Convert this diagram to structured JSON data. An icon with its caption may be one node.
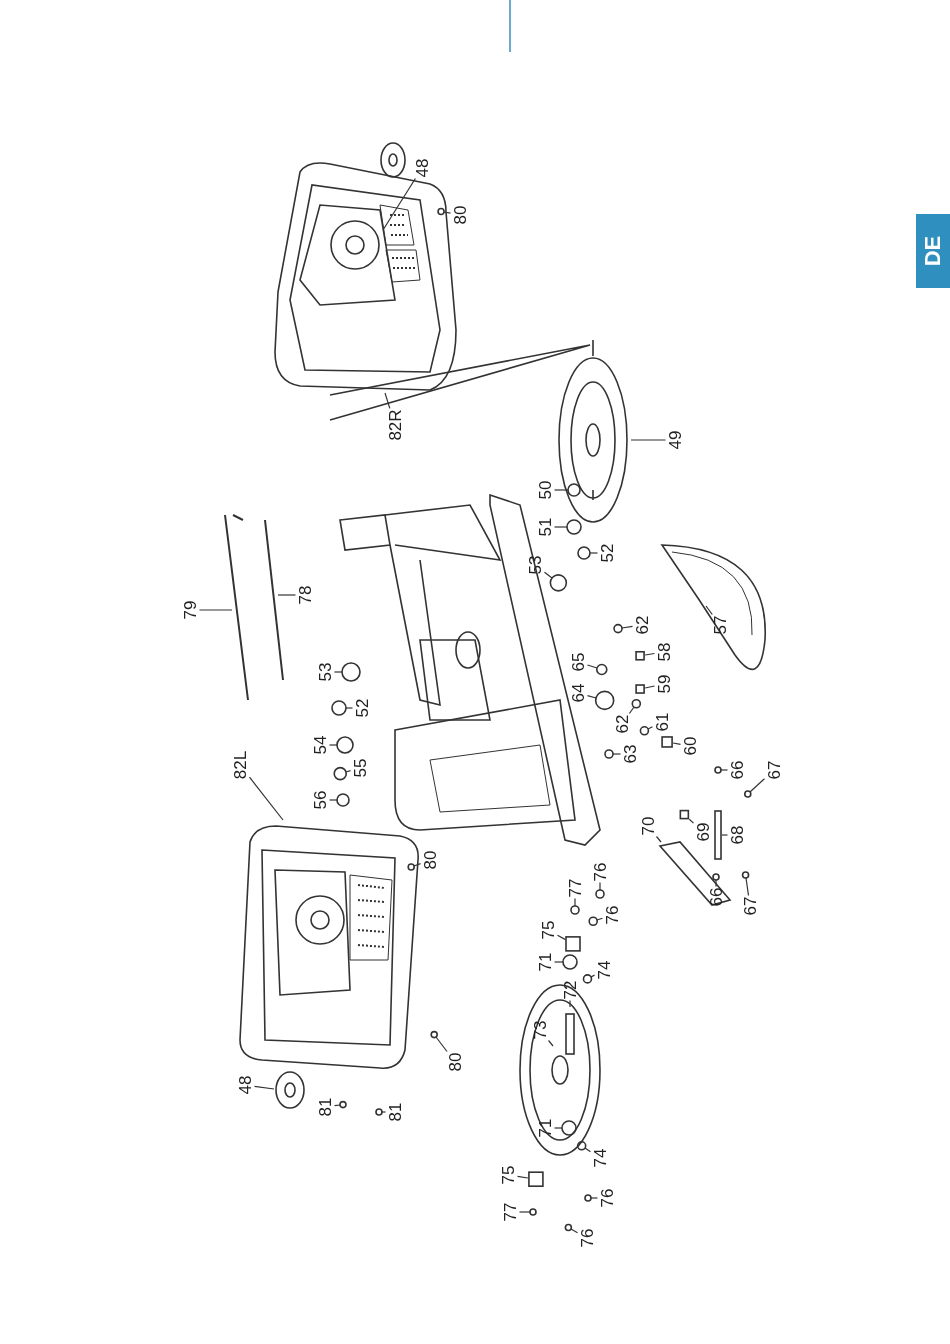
{
  "diagram": {
    "nodes": [
      {
        "text": [
          "48"
        ]
      },
      {
        "text": [
          "80"
        ]
      },
      {
        "text": [
          "82R"
        ]
      },
      {
        "text": [
          "49"
        ]
      },
      {
        "text": [
          "50"
        ]
      },
      {
        "text": [
          "51"
        ]
      },
      {
        "text": [
          "52"
        ]
      },
      {
        "text": [
          "53"
        ]
      },
      {
        "text": [
          "57"
        ]
      },
      {
        "text": [
          "62"
        ]
      },
      {
        "text": [
          "58"
        ]
      },
      {
        "text": [
          "59"
        ]
      },
      {
        "text": [
          "65"
        ]
      },
      {
        "text": [
          "64"
        ]
      },
      {
        "text": [
          "62"
        ]
      },
      {
        "text": [
          "61"
        ]
      },
      {
        "text": [
          "60"
        ]
      },
      {
        "text": [
          "63"
        ]
      },
      {
        "text": [
          "79"
        ]
      },
      {
        "text": [
          "78"
        ]
      },
      {
        "text": [
          "53"
        ]
      },
      {
        "text": [
          "52"
        ]
      },
      {
        "text": [
          "54"
        ]
      },
      {
        "text": [
          "55"
        ]
      },
      {
        "text": [
          "56"
        ]
      },
      {
        "text": [
          "82L"
        ]
      },
      {
        "text": [
          "80"
        ]
      },
      {
        "text": [
          "70"
        ]
      },
      {
        "text": [
          "69"
        ]
      },
      {
        "text": [
          "66"
        ]
      },
      {
        "text": [
          "67"
        ]
      },
      {
        "text": [
          "68"
        ]
      },
      {
        "text": [
          "77"
        ]
      },
      {
        "text": [
          "76"
        ]
      },
      {
        "text": [
          "75"
        ]
      },
      {
        "text": [
          "71"
        ]
      },
      {
        "text": [
          "74"
        ]
      },
      {
        "text": [
          "76"
        ]
      },
      {
        "text": [
          "72"
        ]
      },
      {
        "text": [
          "73"
        ]
      },
      {
        "text": [
          "66"
        ]
      },
      {
        "text": [
          "67"
        ]
      },
      {
        "text": [
          "48"
        ]
      },
      {
        "text": [
          "81"
        ]
      },
      {
        "text": [
          "81"
        ]
      },
      {
        "text": [
          "80"
        ]
      },
      {
        "text": [
          "71"
        ]
      },
      {
        "text": [
          "75"
        ]
      },
      {
        "text": [
          "74"
        ]
      },
      {
        "text": [
          "77"
        ]
      },
      {
        "text": [
          "76"
        ]
      },
      {
        "text": [
          "76"
        ]
      },
      {
        "text": [],
        "shape": "circle"
      },
      {
        "text": [],
        "shape": "circle"
      },
      {
        "text": [],
        "shape": "circle"
      },
      {
        "text": [],
        "shape": "circle"
      },
      {
        "text": [],
        "shape": "circle"
      },
      {
        "text": [],
        "shape": "circle"
      },
      {
        "text": [],
        "shape": "box"
      },
      {
        "text": [],
        "shape": "box"
      },
      {
        "text": [],
        "shape": "circle"
      },
      {
        "text": [],
        "shape": "circle"
      },
      {
        "text": [],
        "shape": "circle"
      },
      {
        "text": [],
        "shape": "circle"
      },
      {
        "text": [],
        "shape": "box"
      },
      {
        "text": [],
        "shape": "circle"
      },
      {
        "text": [],
        "shape": "circle"
      },
      {
        "text": [],
        "shape": "circle"
      },
      {
        "text": [],
        "shape": "circle"
      },
      {
        "text": [],
        "shape": "circle"
      },
      {
        "text": [],
        "shape": "circle"
      },
      {
        "text": [],
        "shape": "circle"
      },
      {
        "text": [],
        "shape": "box"
      },
      {
        "text": [],
        "shape": "circle"
      },
      {
        "text": [],
        "shape": "circle"
      },
      {
        "text": [],
        "shape": "bar"
      },
      {
        "text": [],
        "shape": "circle"
      },
      {
        "text": [],
        "shape": "circle"
      },
      {
        "text": [],
        "shape": "box"
      },
      {
        "text": [],
        "shape": "circle"
      },
      {
        "text": [],
        "shape": "circle"
      },
      {
        "text": [],
        "shape": "circle"
      },
      {
        "text": [],
        "shape": "circle"
      },
      {
        "text": [],
        "shape": "circle"
      },
      {
        "text": [],
        "shape": "circle"
      },
      {
        "text": [],
        "shape": "circle"
      },
      {
        "text": [],
        "shape": "circle"
      },
      {
        "text": [],
        "shape": "circle"
      },
      {
        "text": [],
        "shape": "box"
      },
      {
        "text": [],
        "shape": "circle"
      },
      {
        "text": [],
        "shape": "circle"
      },
      {
        "text": [],
        "shape": "circle"
      },
      {
        "text": [],
        "shape": "circle"
      }
    ],
    "edges": [
      {
        "from": 0,
        "to": null,
        "arrow": "none"
      },
      {
        "from": 1,
        "to": 52,
        "arrow": "none"
      },
      {
        "from": 2,
        "to": null,
        "arrow": "none"
      },
      {
        "from": 3,
        "to": null,
        "arrow": "none"
      },
      {
        "from": 4,
        "to": 53,
        "arrow": "none"
      },
      {
        "from": 5,
        "to": 54,
        "arrow": "none"
      },
      {
        "from": 6,
        "to": 55,
        "arrow": "none"
      },
      {
        "from": 7,
        "to": 56,
        "arrow": "none"
      },
      {
        "from": 8,
        "to": null,
        "arrow": "none"
      },
      {
        "from": 9,
        "to": 57,
        "arrow": "none"
      },
      {
        "from": 10,
        "to": 58,
        "arrow": "none"
      },
      {
        "from": 11,
        "to": 59,
        "arrow": "none"
      },
      {
        "from": 12,
        "to": 60,
        "arrow": "none"
      },
      {
        "from": 13,
        "to": 61,
        "arrow": "none"
      },
      {
        "from": 14,
        "to": 62,
        "arrow": "none"
      },
      {
        "from": 15,
        "to": 63,
        "arrow": "none"
      },
      {
        "from": 16,
        "to": 64,
        "arrow": "none"
      },
      {
        "from": 17,
        "to": 65,
        "arrow": "none"
      },
      {
        "from": 18,
        "to": null,
        "arrow": "none"
      },
      {
        "from": 19,
        "to": null,
        "arrow": "none"
      },
      {
        "from": 20,
        "to": 66,
        "arrow": "none"
      },
      {
        "from": 21,
        "to": 67,
        "arrow": "none"
      },
      {
        "from": 22,
        "to": 68,
        "arrow": "none"
      },
      {
        "from": 23,
        "to": 69,
        "arrow": "none"
      },
      {
        "from": 24,
        "to": 70,
        "arrow": "none"
      },
      {
        "from": 25,
        "to": null,
        "arrow": "none"
      },
      {
        "from": 26,
        "to": 71,
        "arrow": "none"
      },
      {
        "from": 27,
        "to": null,
        "arrow": "none"
      },
      {
        "from": 28,
        "to": 72,
        "arrow": "none"
      },
      {
        "from": 29,
        "to": 73,
        "arrow": "none"
      },
      {
        "from": 30,
        "to": 74,
        "arrow": "none"
      },
      {
        "from": 31,
        "to": 75,
        "arrow": "none"
      },
      {
        "from": 32,
        "to": 76,
        "arrow": "none"
      },
      {
        "from": 33,
        "to": 77,
        "arrow": "none"
      },
      {
        "from": 34,
        "to": 78,
        "arrow": "none"
      },
      {
        "from": 35,
        "to": 79,
        "arrow": "none"
      },
      {
        "from": 36,
        "to": 80,
        "arrow": "none"
      },
      {
        "from": 37,
        "to": 81,
        "arrow": "none"
      },
      {
        "from": 38,
        "to": null,
        "arrow": "none"
      },
      {
        "from": 39,
        "to": null,
        "arrow": "none"
      },
      {
        "from": 40,
        "to": 82,
        "arrow": "none"
      },
      {
        "from": 41,
        "to": 83,
        "arrow": "none"
      },
      {
        "from": 42,
        "to": null,
        "arrow": "none"
      },
      {
        "from": 43,
        "to": 84,
        "arrow": "none"
      },
      {
        "from": 44,
        "to": 85,
        "arrow": "none"
      },
      {
        "from": 45,
        "to": 86,
        "arrow": "none"
      },
      {
        "from": 46,
        "to": 87,
        "arrow": "none"
      },
      {
        "from": 47,
        "to": 88,
        "arrow": "none"
      },
      {
        "from": 48,
        "to": 89,
        "arrow": "none"
      },
      {
        "from": 49,
        "to": 90,
        "arrow": "none"
      },
      {
        "from": 50,
        "to": 91,
        "arrow": "none"
      },
      {
        "from": 51,
        "to": 92,
        "arrow": "none"
      }
    ],
    "labels": [
      "DE"
    ]
  }
}
